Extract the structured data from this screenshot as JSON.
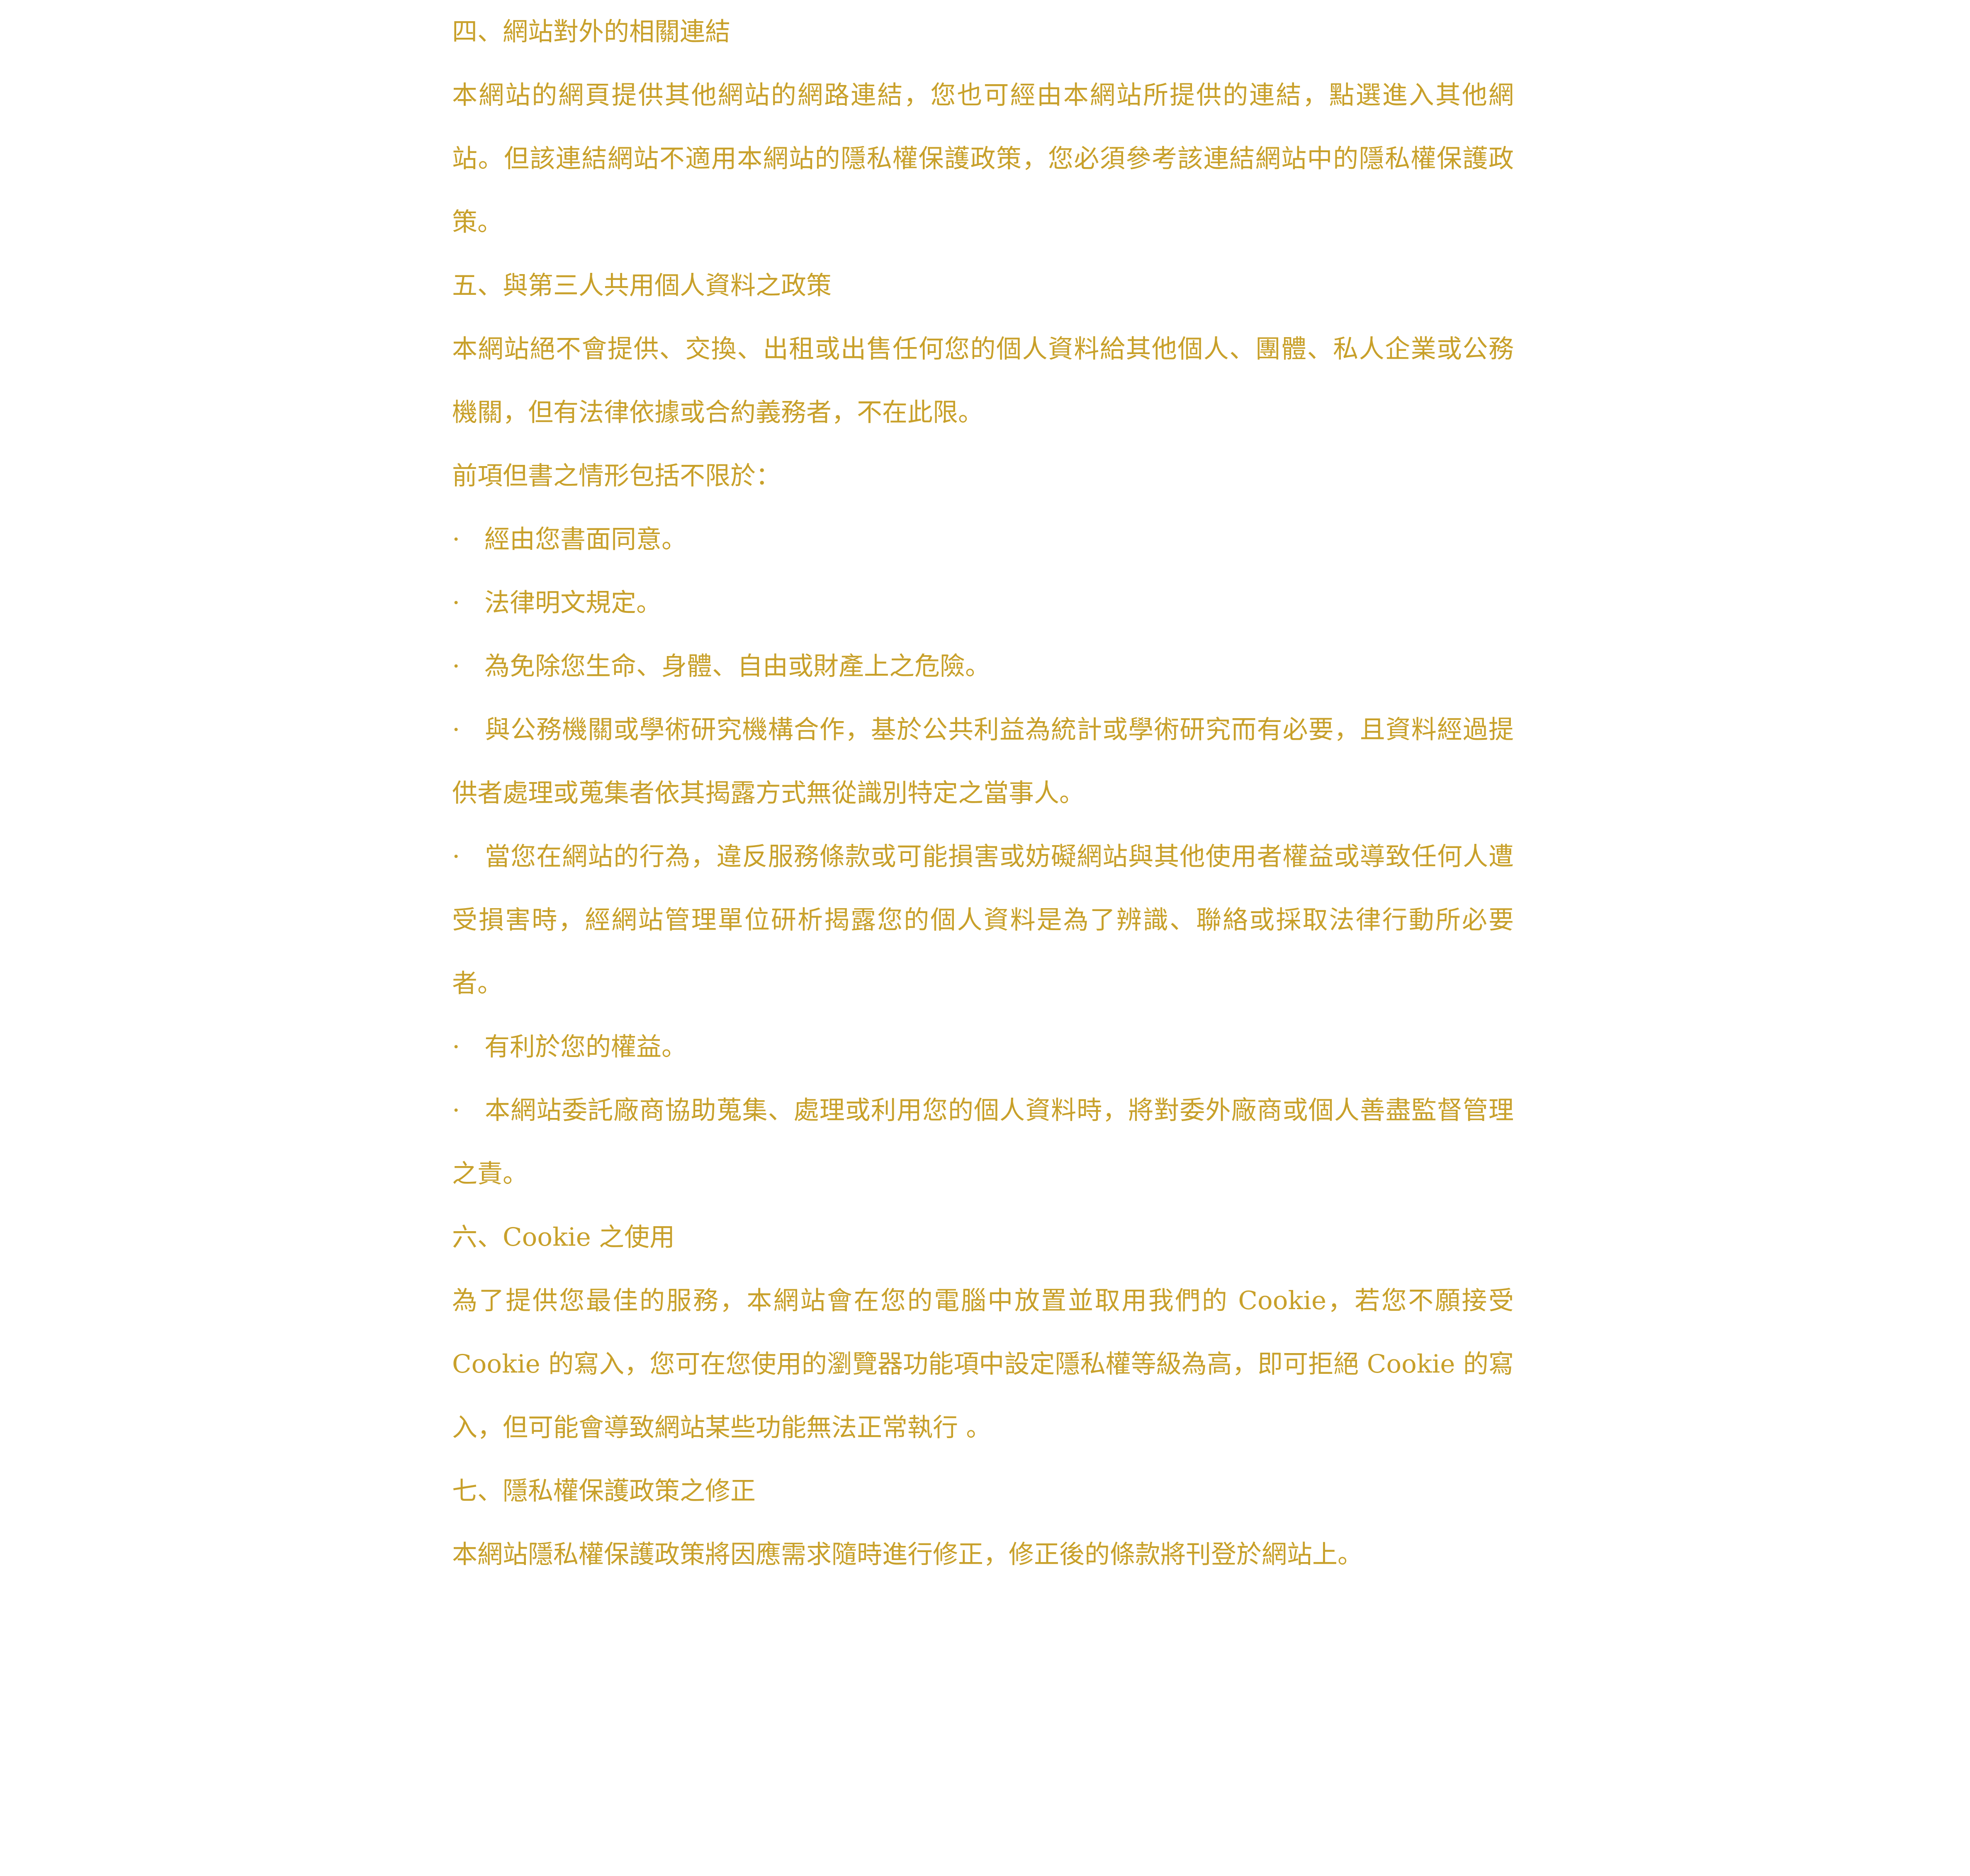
{
  "colors": {
    "text": "#c8a02a",
    "background": "#ffffff"
  },
  "sections": [
    {
      "heading": "四、網站對外的相關連結",
      "paragraphs": [
        "本網站的網頁提供其他網站的網路連結，您也可經由本網站所提供的連結，點選進入其他網站。但該連結網站不適用本網站的隱私權保護政策，您必須參考該連結網站中的隱私權保護政策。"
      ]
    },
    {
      "heading": "五、與第三人共用個人資料之政策",
      "paragraphs": [
        "本網站絕不會提供、交換、出租或出售任何您的個人資料給其他個人、團體、私人企業或公務機關，但有法律依據或合約義務者，不在此限。",
        "前項但書之情形包括不限於："
      ],
      "bullet_char": "·",
      "bullets": [
        "經由您書面同意。",
        "法律明文規定。",
        "為免除您生命、身體、自由或財產上之危險。",
        "與公務機關或學術研究機構合作，基於公共利益為統計或學術研究而有必要，且資料經過提供者處理或蒐集者依其揭露方式無從識別特定之當事人。",
        "當您在網站的行為，違反服務條款或可能損害或妨礙網站與其他使用者權益或導致任何人遭受損害時，經網站管理單位研析揭露您的個人資料是為了辨識、聯絡或採取法律行動所必要者。",
        "有利於您的權益。",
        "本網站委託廠商協助蒐集、處理或利用您的個人資料時，將對委外廠商或個人善盡監督管理之責。"
      ]
    },
    {
      "heading": "六、Cookie 之使用",
      "paragraphs": [
        "為了提供您最佳的服務，本網站會在您的電腦中放置並取用我們的 Cookie，若您不願接受 Cookie 的寫入，您可在您使用的瀏覽器功能項中設定隱私權等級為高，即可拒絕 Cookie 的寫入，但可能會導致網站某些功能無法正常執行 。"
      ]
    },
    {
      "heading": "七、隱私權保護政策之修正",
      "paragraphs": [
        "本網站隱私權保護政策將因應需求隨時進行修正，修正後的條款將刊登於網站上。"
      ]
    }
  ]
}
